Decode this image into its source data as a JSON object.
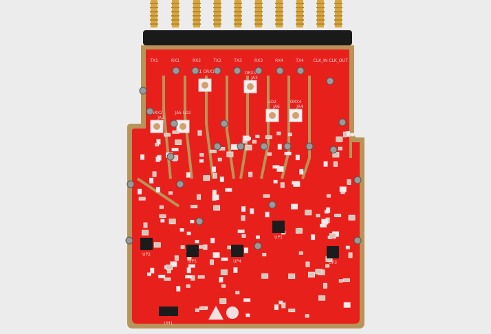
{
  "colors": {
    "background": "#ececec",
    "board": "#e8201c",
    "gold": "#b8945a",
    "connector": "#d8a640",
    "chip": "#1c1c1c"
  },
  "connector_labels": [
    "TX1",
    "RX1",
    "RX2",
    "TX2",
    "TX3",
    "RX3",
    "RX4",
    "TX4",
    "CLK_IN",
    "CLK_OUT"
  ],
  "ports": [
    {
      "top": "JA1 ORX1",
      "bottom": ""
    },
    {
      "top": "ORX3",
      "bottom": "JA3"
    },
    {
      "top": "LO2",
      "bottom": "JA6"
    },
    {
      "top": "ORX4",
      "bottom": "JA4"
    },
    {
      "top": "ORX2",
      "bottom": "JA2"
    },
    {
      "top": "JA5  LO2",
      "bottom": ""
    }
  ],
  "chips": [
    "UP2",
    "UP5",
    "UP4",
    "UP1",
    "UP3",
    "UH1"
  ]
}
